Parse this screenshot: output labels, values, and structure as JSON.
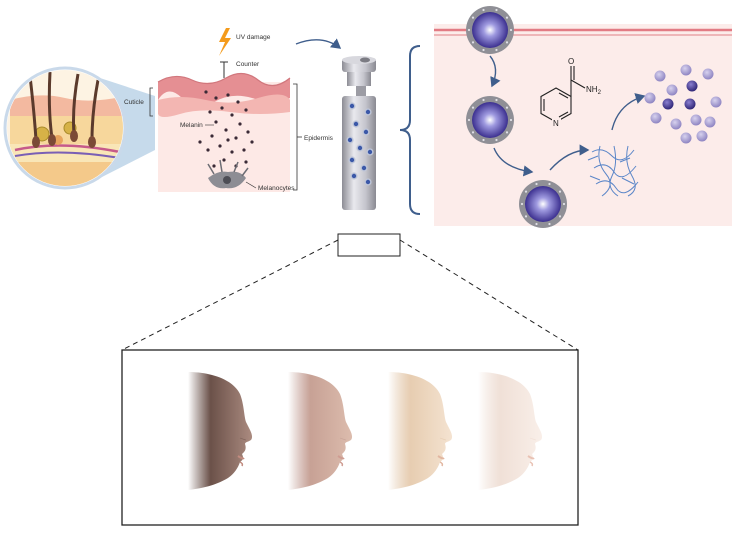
{
  "labels": {
    "uv_damage": "UV damage",
    "counter": "Counter",
    "cuticle": "Cuticle",
    "melanin": "Melanin",
    "epidermis": "Epidermis",
    "melanocytes": "Melanocytes",
    "nh2": "NH",
    "nh2_sub": "2",
    "ring_n": "N",
    "carbonyl_o": "O"
  },
  "colors": {
    "arrow": "#3f5e8c",
    "skin_top": "#e58f93",
    "skin_body": "#fbe3e0",
    "panel_bg": "#fcecea",
    "particle_core": "#4a3c9c",
    "particle_shell": "#8f8f96",
    "dots_light": "#a89ccd",
    "dots_dark": "#4b3f93",
    "bracket": "#3f5e8c"
  },
  "icons": {
    "lightning": "lightning-icon",
    "skin_magnifier": "skin-cross-section",
    "serum_bottle": "serum-bottle",
    "nanoparticle": "nanoparticle",
    "gel_network": "gel-network",
    "niacinamide": "niacinamide-structure",
    "faces": "face-profile"
  },
  "faces": [
    {
      "tone_back": "#5e463f",
      "tone_front": "#ab8b80",
      "lip": "#c18b7f"
    },
    {
      "tone_back": "#b89087",
      "tone_front": "#d9b8a8",
      "lip": "#cf9d92"
    },
    {
      "tone_back": "#dcbd9c",
      "tone_front": "#f3e0cc",
      "lip": "#e2b7a1"
    },
    {
      "tone_back": "#e9d4c8",
      "tone_front": "#f8ede6",
      "lip": "#e9c2b4"
    }
  ]
}
